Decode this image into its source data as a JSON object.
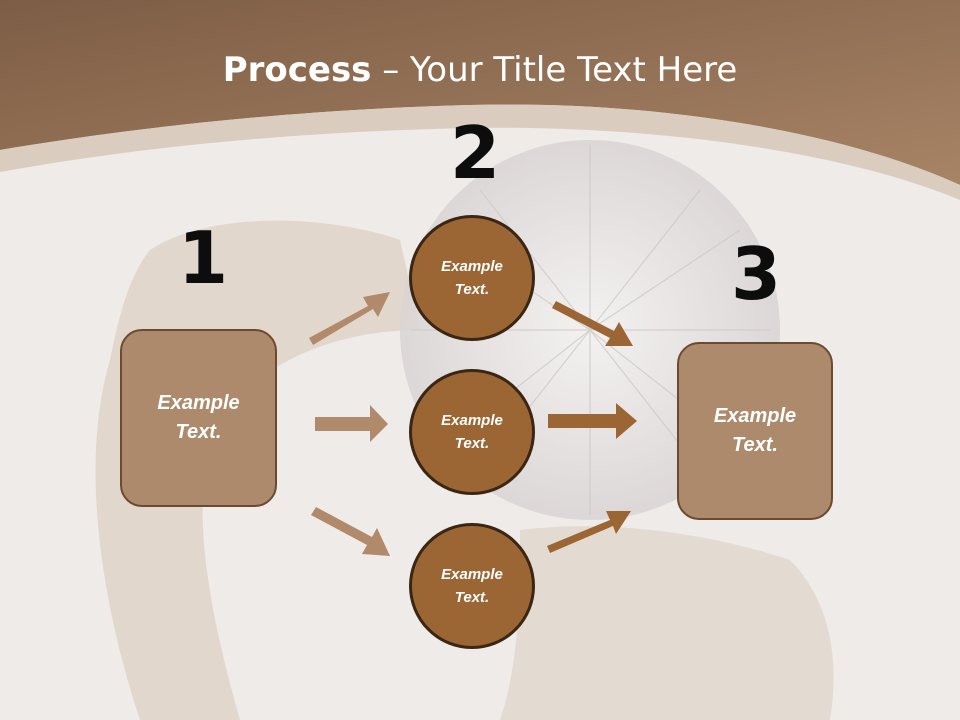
{
  "title": {
    "bold": "Process",
    "rest": " – Your Title Text Here"
  },
  "steps": [
    {
      "number": "1",
      "label": "Example\nText."
    },
    {
      "number": "2",
      "label": "Example\nText."
    },
    {
      "number": "3",
      "label": "Example\nText."
    }
  ],
  "circles": [
    {
      "label": "Example\nText."
    },
    {
      "label": "Example\nText."
    },
    {
      "label": "Example\nText."
    }
  ],
  "colors": {
    "header": "#8f6a4c",
    "left_arrows": "#b08a6a",
    "right_arrows": "#9b6634",
    "box_fill": "#ad8a6c",
    "circle_fill": "#9b6634"
  }
}
